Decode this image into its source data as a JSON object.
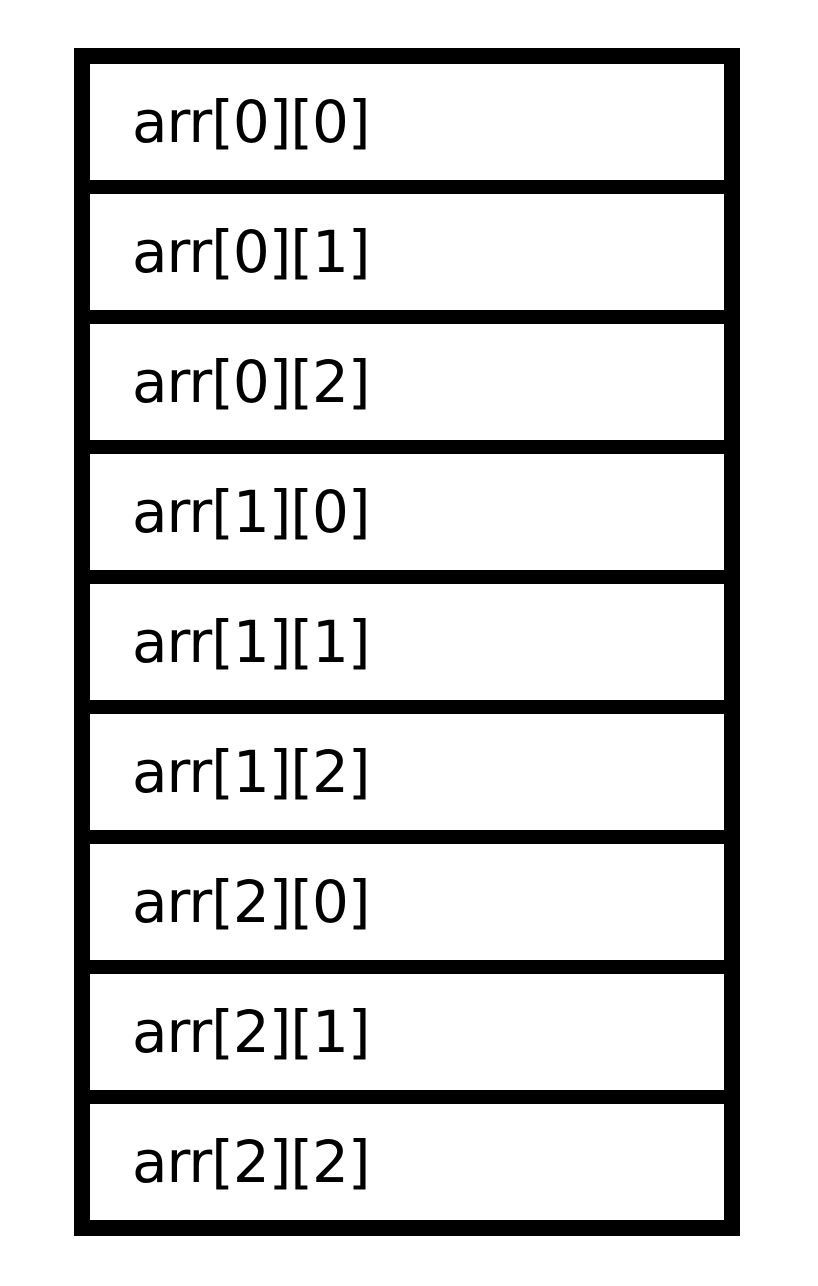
{
  "diagram": {
    "cells": [
      {
        "label": "arr[0][0]"
      },
      {
        "label": "arr[0][1]"
      },
      {
        "label": "arr[0][2]"
      },
      {
        "label": "arr[1][0]"
      },
      {
        "label": "arr[1][1]"
      },
      {
        "label": "arr[1][2]"
      },
      {
        "label": "arr[2][0]"
      },
      {
        "label": "arr[2][1]"
      },
      {
        "label": "arr[2][2]"
      }
    ],
    "colors": {
      "border": "#000000",
      "background": "#ffffff",
      "text": "#000000"
    }
  }
}
